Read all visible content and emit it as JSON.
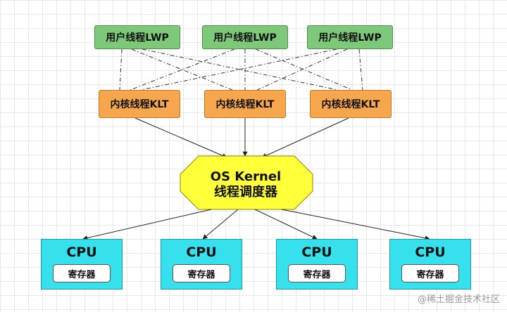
{
  "user_threads": [
    "用户线程LWP",
    "用户线程LWP",
    "用户线程LWP"
  ],
  "kernel_threads": [
    "内核线程KLT",
    "内核线程KLT",
    "内核线程KLT"
  ],
  "kernel": {
    "line1": "OS Kernel",
    "line2": "线程调度器"
  },
  "cpus": [
    {
      "title": "CPU",
      "register": "寄存器"
    },
    {
      "title": "CPU",
      "register": "寄存器"
    },
    {
      "title": "CPU",
      "register": "寄存器"
    },
    {
      "title": "CPU",
      "register": "寄存器"
    }
  ],
  "watermark": "@稀土掘金技术社区",
  "colors": {
    "lwp": "#7ec87a",
    "klt": "#f6a74e",
    "kernel": "#ffff3a",
    "cpu": "#36e0ec"
  }
}
